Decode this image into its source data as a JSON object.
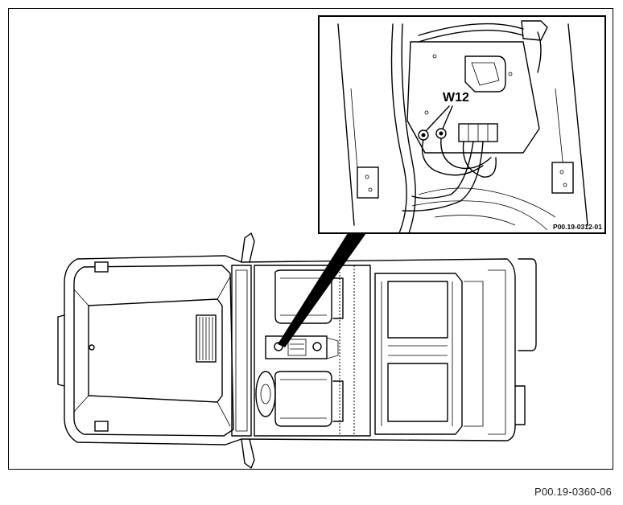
{
  "diagram": {
    "callout_label": "W12",
    "inset_code": "P00.19-0312-01",
    "figure_code": "P00.19-0360-06"
  }
}
